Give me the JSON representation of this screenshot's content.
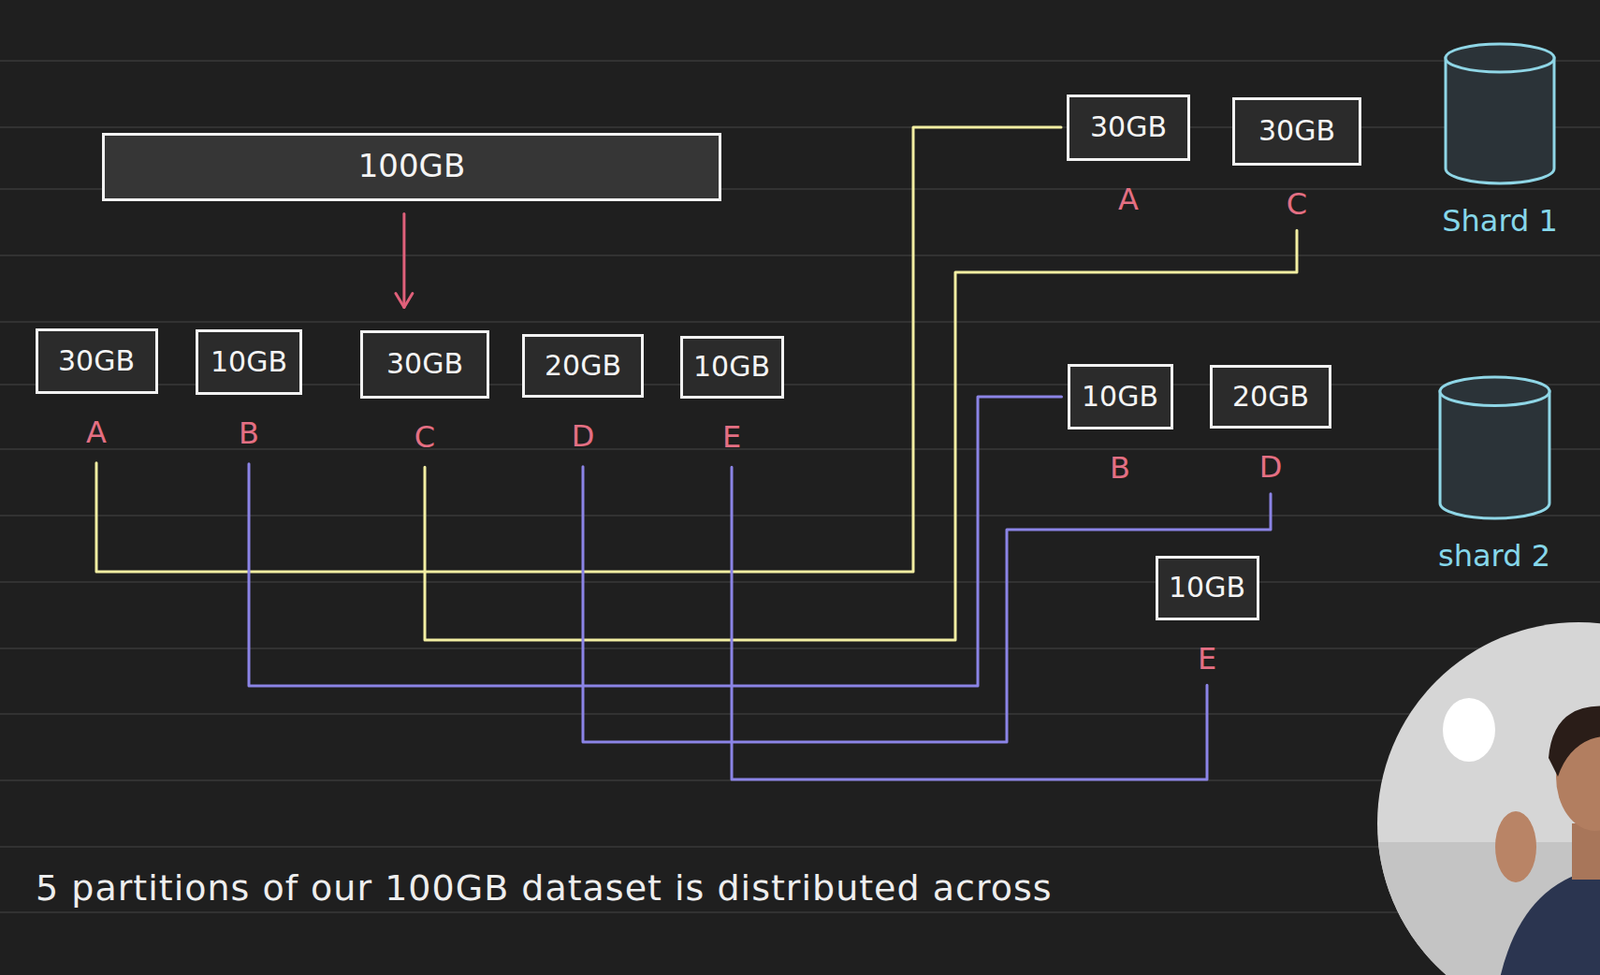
{
  "diagram": {
    "caption": "5 partitions of our 100GB dataset is distributed across",
    "nodes": [
      {
        "text": [
          "100GB"
        ]
      },
      {
        "text": [
          "30GB",
          "A"
        ]
      },
      {
        "text": [
          "10GB",
          "B"
        ]
      },
      {
        "text": [
          "30GB",
          "C"
        ]
      },
      {
        "text": [
          "20GB",
          "D"
        ]
      },
      {
        "text": [
          "10GB",
          "E"
        ]
      },
      {
        "text": [
          "30GB",
          "A"
        ]
      },
      {
        "text": [
          "30GB",
          "C"
        ]
      },
      {
        "text": [
          "Shard 1"
        ]
      },
      {
        "text": [
          "10GB",
          "B"
        ]
      },
      {
        "text": [
          "20GB",
          "D"
        ]
      },
      {
        "text": [
          "10GB",
          "E"
        ]
      },
      {
        "text": [
          "shard 2"
        ]
      }
    ],
    "edges": [
      {
        "from": 0,
        "to": 3,
        "arrow": "to"
      },
      {
        "from": 1,
        "to": 6,
        "arrow": "none"
      },
      {
        "from": 3,
        "to": 7,
        "arrow": "none"
      },
      {
        "from": 2,
        "to": 9,
        "arrow": "none"
      },
      {
        "from": 4,
        "to": 10,
        "arrow": "none"
      },
      {
        "from": 5,
        "to": 11,
        "arrow": "none"
      }
    ]
  }
}
